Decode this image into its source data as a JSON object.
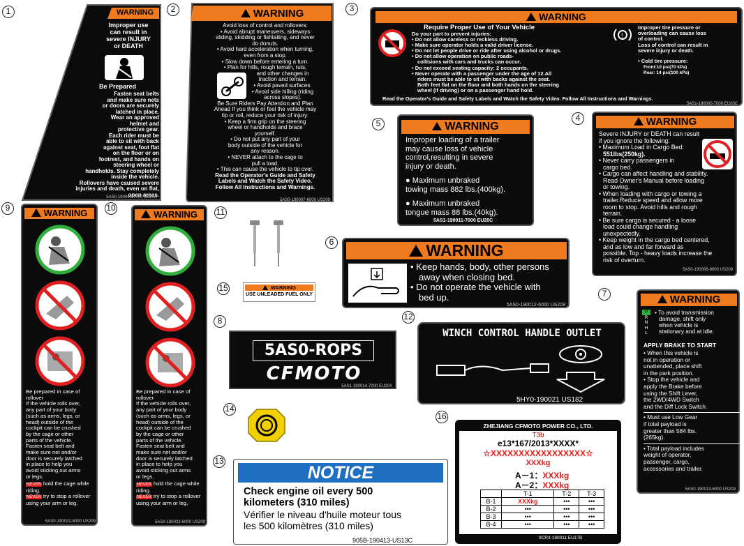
{
  "numbers": [
    "1",
    "2",
    "3",
    "4",
    "5",
    "6",
    "7",
    "8",
    "9",
    "10",
    "11",
    "12",
    "13",
    "14",
    "15",
    "16"
  ],
  "l1": {
    "title": "WARNING",
    "lines": [
      "Improper use",
      "can result in",
      "severe INJURY",
      "or DEATH"
    ],
    "be_prepared": "Be Prepared",
    "body": [
      "Fasten seat belts",
      "and make sure nets",
      "or doors are securely",
      "latched in place.",
      "Wear an approved",
      "helmet and",
      "protective gear.",
      "Each rider must be",
      "able to sit with back",
      "against seat, foot flat",
      "on the floor or on",
      "footrest, and hands on",
      "steering wheel or",
      "handholds. Stay completely",
      "inside the vehicle.",
      "Rollovers have caused severe",
      "injuries and death, even on flat,",
      "open areas."
    ],
    "code": "5AS0-190040-7000 CE20A"
  },
  "l2": {
    "title": "WARNING",
    "lines": [
      "Avoid loss of control and rollovers:",
      "• Avoid abrupt maneuvers, sideways",
      "sliding, skidding or fishtailing, and never",
      "do donuts.",
      "• Avoid hard acceleration when turning,",
      "even from a stop.",
      "• Slow down before entering a turn.",
      "• Plan for hills, rough terrain, ruts,",
      "and other changes in",
      "traction and terrain.",
      "• Avoid paved surfaces.",
      "• Avoid side hilling (riding",
      "across slopes).",
      "Be Sure Riders Pay Attention and Plan",
      "Ahead If you think or feel the vehicle may",
      "tip or roll, reduce your risk of injury:",
      "• Keep a firm grip on the steering",
      "wheel or handholds and brace",
      "yourself.",
      "• Do not put any part of your",
      "body outside of the vehicle for",
      "any reason.",
      "• NEVER attach to the cage to",
      "pull a load.",
      "• This can cause the vehicle to tip over.",
      "Read the Operator's Guide and Safety",
      "Labels and Watch the Safety Video.",
      "Follow All Instructions and Warnings."
    ],
    "code": "5AS0-190007-6000 US209"
  },
  "l3": {
    "title": "WARNING",
    "sub": "Require Proper Use of Your Vehicle",
    "lines": [
      "Do your part to prevent injuries:",
      "• Do not allow careless or reckless driving.",
      "• Make sure operator holds a valid driver license.",
      "• Do not let people drive or ride after using alcohol or drugs.",
      "• Do not allow operation on public roads-",
      "collisions with cars and trucks can occur.",
      "• Do not exceed seating capacity: 2 occupants.",
      "• Never operate with a passenger under the age of 12.All",
      "riders must be able to sit with backs against the seat.",
      "Both feet flat on the floor and both hands on the steering",
      "wheel (if driving) or on a passenger hand hold."
    ],
    "right": [
      "Improper tire pressure or",
      "overloading can cause loss",
      "of control.",
      "Loss of control can result in",
      "severe injury or death."
    ],
    "tire": "• Cold tire pressure:",
    "front": "Front:10 psi(70 kPa)",
    "rear": "Rear: 14 psi(100 kPa)",
    "footer": "Read the Operator's Guide and Safety Labels and Watch the Safety Video. Follow All Instructions and Warnings.",
    "code": "5AS1-190000-7000 EU20C"
  },
  "l4": {
    "title": "WARNING",
    "lines": [
      "Severe INJURY or DEATH can result",
      "if you ignore the following:",
      "• Maximum Load in Cargo Bed:",
      "551lbs(250kg).",
      "• Never carry passengers in",
      "cargo bed.",
      "• Cargo can affect handling and stability.",
      "Read Owner's Manual before loading",
      "or towing.",
      "• When loading with cargo or towing a",
      "trailer.Reduce speed and allow more",
      "room to stop. Avoid hills and rough",
      "terrain.",
      "• Be sure cargo is secured - a loose",
      "load could change handling",
      "unexpectedly.",
      "• Keep weight in the cargo bed centered,",
      "and as low and far forward as",
      "possible. Top - heavy loads increase the",
      "risk of overturn."
    ],
    "code": "5AS0-190006-6000 US209"
  },
  "l5": {
    "title": "WARNING",
    "lines": [
      "Improper loading of a trailer",
      "may cause loss of vehicle",
      "control,resulting in severe",
      "injury or death."
    ],
    "tow_label": "Maximum unbraked",
    "tow_value": "towing mass 882 lbs.(400kg).",
    "tongue_label": "Maximum unbraked",
    "tongue_value": "tongue mass 88 lbs.(40kg).",
    "code": "5AS1-190011-7000 EU20C"
  },
  "l6": {
    "title": "WARNING",
    "lines": [
      "• Keep hands, body, other persons",
      "away when closing bed.",
      "• Do not operate the vehicle with",
      "bed up."
    ],
    "code": "5AS0-190012-6000 US209"
  },
  "l7": {
    "title": "WARNING",
    "gear": [
      "P",
      "R",
      "N",
      "H",
      "L"
    ],
    "shift": [
      "• To avoid transmission",
      "damage, shift only",
      "when vehicle is",
      "stationary and at idle."
    ],
    "brake_title": "APPLY BRAKE TO START",
    "lines": [
      "• When this vehicle is",
      "not in operation or",
      "unattended, place shift",
      "in the park position.",
      "• Stop the vehicle and",
      "apply the Brake before",
      "using the Shift Lever,",
      "the 2WD/4WD Switch",
      "and the Diff Lock Switch.",
      "• Must use Low Gear",
      "if total payload is",
      "greater than 584 lbs.",
      "(265kg).",
      "• Total payload includes",
      "weight of operator,",
      "passenger, cargo,",
      "accessories and trailer."
    ],
    "code": "5AS0-190013-6000 US209"
  },
  "l8": {
    "rops": "5AS0-ROPS",
    "brand": "CFMOTO",
    "code": "5AS1-190014-7000 EU20A"
  },
  "l9": {
    "title": "WARNING",
    "lines": [
      "Be prepared in case of",
      "rollover",
      "If the vehicle rolls over,",
      "any part of your body",
      "(such as arms, legs, or",
      "head) outside of the",
      "cockpit can be crushed",
      "by the cage or other",
      "parts of the vehicle.",
      "Fasten seat belt and",
      "make sure net and/or",
      "door is securely latched",
      "in place to help you",
      "avoid sticking out arms",
      "or legs."
    ],
    "never1": "NEVER",
    "never1_text": "hold the cage while riding.",
    "never2": "NEVER",
    "never2_text": "try to stop a rollover using your arm or leg.",
    "code": "5AS0-190021-6000 US209"
  },
  "l10": {
    "title": "WARNING",
    "lines": [
      "Be prepared in case of",
      "rollover",
      "If the vehicle rolls over,",
      "any part of your body",
      "(such as arms, legs, or",
      "head) outside of the",
      "cockpit can be crushed",
      "by the cage or other",
      "parts of the vehicle.",
      "Fasten seat belt and",
      "make sure net and/or",
      "door is securely latched",
      "in place to help you",
      "avoid sticking out arms",
      "or legs."
    ],
    "never1": "NEVER",
    "never1_text": "hold the cage while riding.",
    "never2": "NEVER",
    "never2_text": "try to stop a rollover using your arm or leg.",
    "code": "5AS0-190023-6000 US209"
  },
  "l12": {
    "title": "WINCH CONTROL HANDLE OUTLET",
    "code": "5HY0-190021 US182"
  },
  "l13": {
    "title": "NOTICE",
    "en": [
      "Check engine oil every 500",
      "kilometers (310 miles)"
    ],
    "fr": [
      "Vérifier le niveau d'huile moteur tous",
      "les 500 kilomètres (310 miles)"
    ],
    "code": "905B-190413-US13C"
  },
  "l15": {
    "title": "WARNING",
    "text": "USE UNLEADED FUEL ONLY"
  },
  "l16": {
    "company": "ZHEJIANG CFMOTO POWER CO., LTD.",
    "t3b": "T3b",
    "approval": "e13*167/2013*XXXX*",
    "vin": "☆XXXXXXXXXXXXXXXXX☆",
    "mass": "XXXkg",
    "a1_label": "A－1：",
    "a1_val": "XXXkg",
    "a2_label": "A－2：",
    "a2_val": "XXXkg",
    "cols": [
      "T-1",
      "T-2",
      "T-3"
    ],
    "rows": [
      {
        "name": "B-1",
        "c1": "XXXkg",
        "c2": "•••",
        "c3": "•••"
      },
      {
        "name": "B-2",
        "c1": "•••",
        "c2": "•••",
        "c3": "•••"
      },
      {
        "name": "B-3",
        "c1": "•••",
        "c2": "•••",
        "c3": "•••"
      },
      {
        "name": "B-4",
        "c1": "•••",
        "c2": "•••",
        "c3": "•••"
      }
    ],
    "code": "9CR3-190011 EU17B"
  },
  "colors": {
    "orange": "#f07a1e",
    "label_bg": "#0b0b0b",
    "notice_blue": "#1f6fc2",
    "red": "#e02020",
    "green": "#2fae3a",
    "yellow": "#f2d000"
  }
}
